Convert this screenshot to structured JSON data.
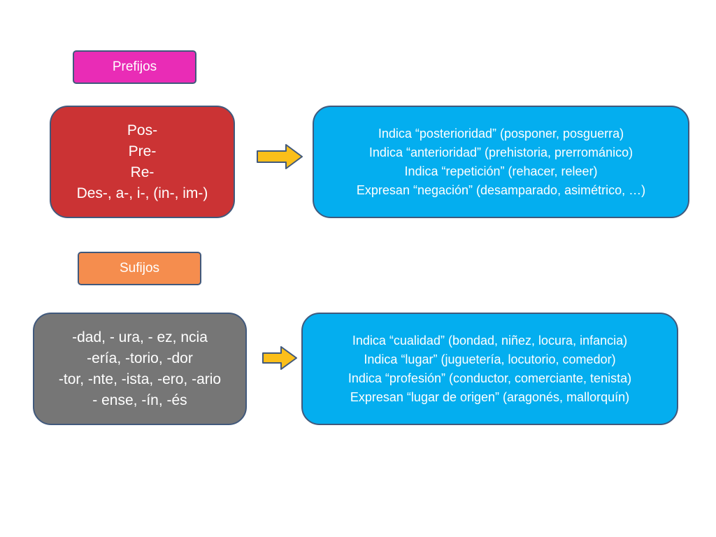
{
  "prefijos": {
    "label": "Prefijos",
    "label_color": "#e92cb6",
    "items": [
      "Pos-",
      "Pre-",
      "Re-",
      "Des-, a-, i-, (in-, im-)"
    ],
    "items_color": "#cb3334",
    "descriptions": [
      "Indica “posterioridad” (posponer, posguerra)",
      "Indica “anterioridad” (prehistoria, prerrománico)",
      "Indica “repetición” (rehacer, releer)",
      "Expresan “negación” (desamparado, asimétrico, …)"
    ],
    "descriptions_color": "#04aeef"
  },
  "sufijos": {
    "label": "Sufijos",
    "label_color": "#f58d4e",
    "items": [
      "-dad, - ura, - ez, ncia",
      "-ería, -torio, -dor",
      "-tor, -nte, -ista, -ero, -ario",
      "- ense, -ín, -és"
    ],
    "items_color": "#767676",
    "descriptions": [
      "Indica “cualidad” (bondad, niñez, locura, infancia)",
      "Indica “lugar” (juguetería, locutorio, comedor)",
      "Indica “profesión” (conductor, comerciante, tenista)",
      "Expresan “lugar de origen” (aragonés, mallorquín)"
    ],
    "descriptions_color": "#04aeef"
  },
  "arrow_color": "#fbbf1a",
  "border_color": "#41597c"
}
